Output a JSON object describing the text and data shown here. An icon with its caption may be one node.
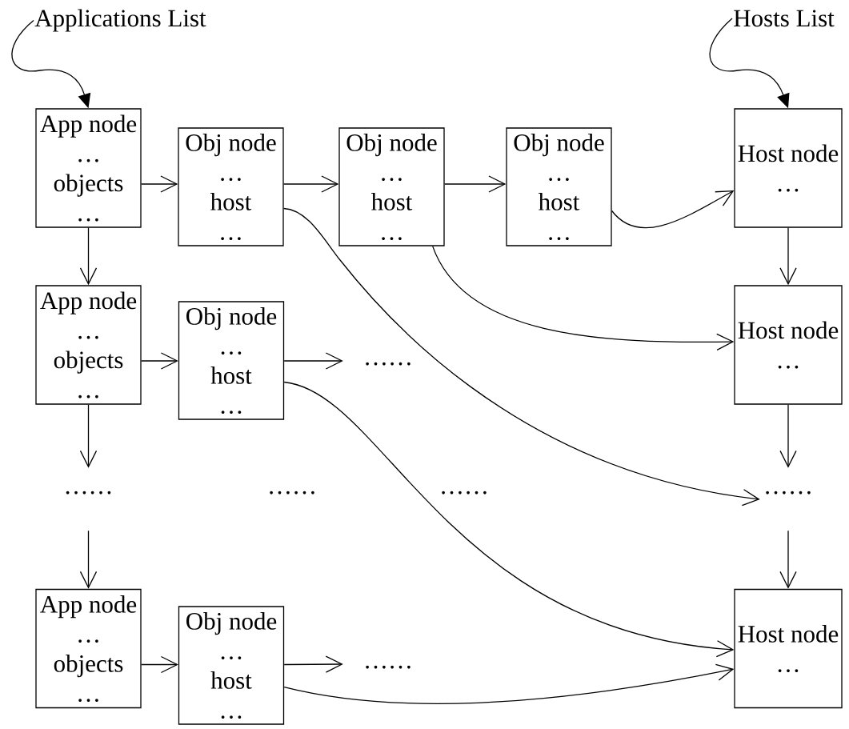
{
  "diagram": {
    "nodes": [
      {
        "text": [
          "Applications List"
        ]
      },
      {
        "text": [
          "Hosts List"
        ]
      },
      {
        "text": [
          "App node",
          "…",
          "objects",
          "…"
        ]
      },
      {
        "text": [
          "Obj node",
          "…",
          "host",
          "…"
        ]
      },
      {
        "text": [
          "Obj node",
          "…",
          "host",
          "…"
        ]
      },
      {
        "text": [
          "Obj node",
          "…",
          "host",
          "…"
        ]
      },
      {
        "text": [
          "Host node",
          "…"
        ]
      },
      {
        "text": [
          "App node",
          "…",
          "objects",
          "…"
        ]
      },
      {
        "text": [
          "Obj node",
          "…",
          "host",
          "…"
        ]
      },
      {
        "text": [
          "……"
        ]
      },
      {
        "text": [
          "Host node",
          "…"
        ]
      },
      {
        "text": [
          "……"
        ]
      },
      {
        "text": [
          "……"
        ]
      },
      {
        "text": [
          "……"
        ]
      },
      {
        "text": [
          "……"
        ]
      },
      {
        "text": [
          "App node",
          "…",
          "objects",
          "…"
        ]
      },
      {
        "text": [
          "Obj node",
          "…",
          "host",
          "…"
        ]
      },
      {
        "text": [
          "……"
        ]
      },
      {
        "text": [
          "Host node",
          "…"
        ]
      }
    ],
    "edges": [
      {
        "from": 0,
        "to": 2,
        "arrow": "to"
      },
      {
        "from": 1,
        "to": 6,
        "arrow": "to"
      },
      {
        "from": 2,
        "to": 3,
        "arrow": "to"
      },
      {
        "from": 3,
        "to": 4,
        "arrow": "to"
      },
      {
        "from": 4,
        "to": 5,
        "arrow": "to"
      },
      {
        "from": 5,
        "to": 6,
        "arrow": "to"
      },
      {
        "from": 4,
        "to": 10,
        "arrow": "to"
      },
      {
        "from": 3,
        "to": 14,
        "arrow": "to"
      },
      {
        "from": 2,
        "to": 7,
        "arrow": "to"
      },
      {
        "from": 7,
        "to": 8,
        "arrow": "to"
      },
      {
        "from": 8,
        "to": 9,
        "arrow": "to"
      },
      {
        "from": 8,
        "to": 18,
        "arrow": "to"
      },
      {
        "from": 7,
        "to": 11,
        "arrow": "to"
      },
      {
        "from": 11,
        "to": 15,
        "arrow": "to"
      },
      {
        "from": 15,
        "to": 16,
        "arrow": "to"
      },
      {
        "from": 16,
        "to": 17,
        "arrow": "to"
      },
      {
        "from": 16,
        "to": 18,
        "arrow": "to"
      },
      {
        "from": 6,
        "to": 10,
        "arrow": "to"
      },
      {
        "from": 10,
        "to": 14,
        "arrow": "to"
      },
      {
        "from": 14,
        "to": 18,
        "arrow": "to"
      }
    ]
  }
}
